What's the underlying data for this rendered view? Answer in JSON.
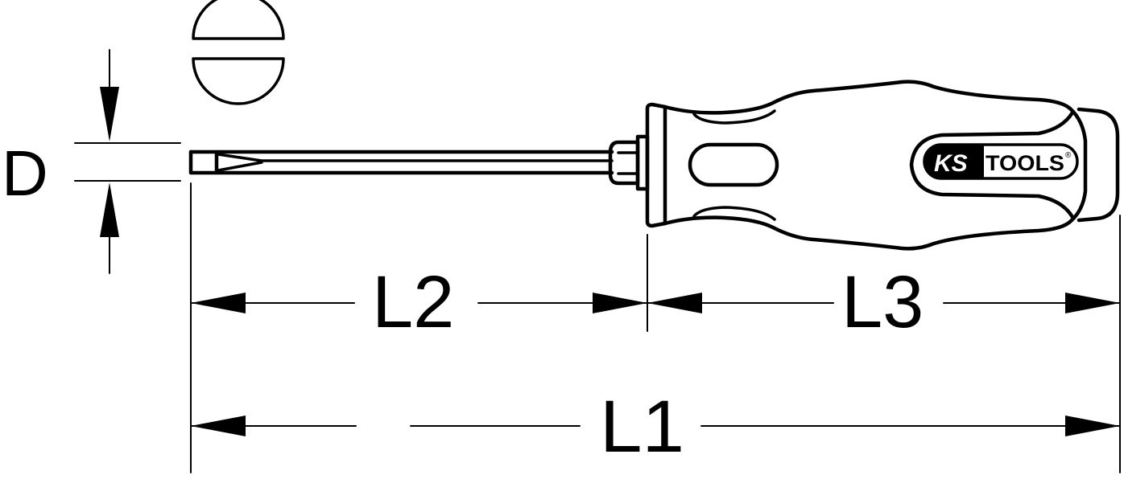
{
  "diagram": {
    "subject": "Slotted screwdriver dimension drawing",
    "tip_symbol": "slotted-tip-icon",
    "brand": {
      "logo_ks": "KS",
      "logo_tools": "TOOLS",
      "registered": "®"
    },
    "dimensions": {
      "diameter_label": "D",
      "blade_length_label": "L2",
      "handle_length_label": "L3",
      "overall_length_label": "L1"
    },
    "colors": {
      "line": "#000000",
      "background": "#ffffff"
    }
  }
}
